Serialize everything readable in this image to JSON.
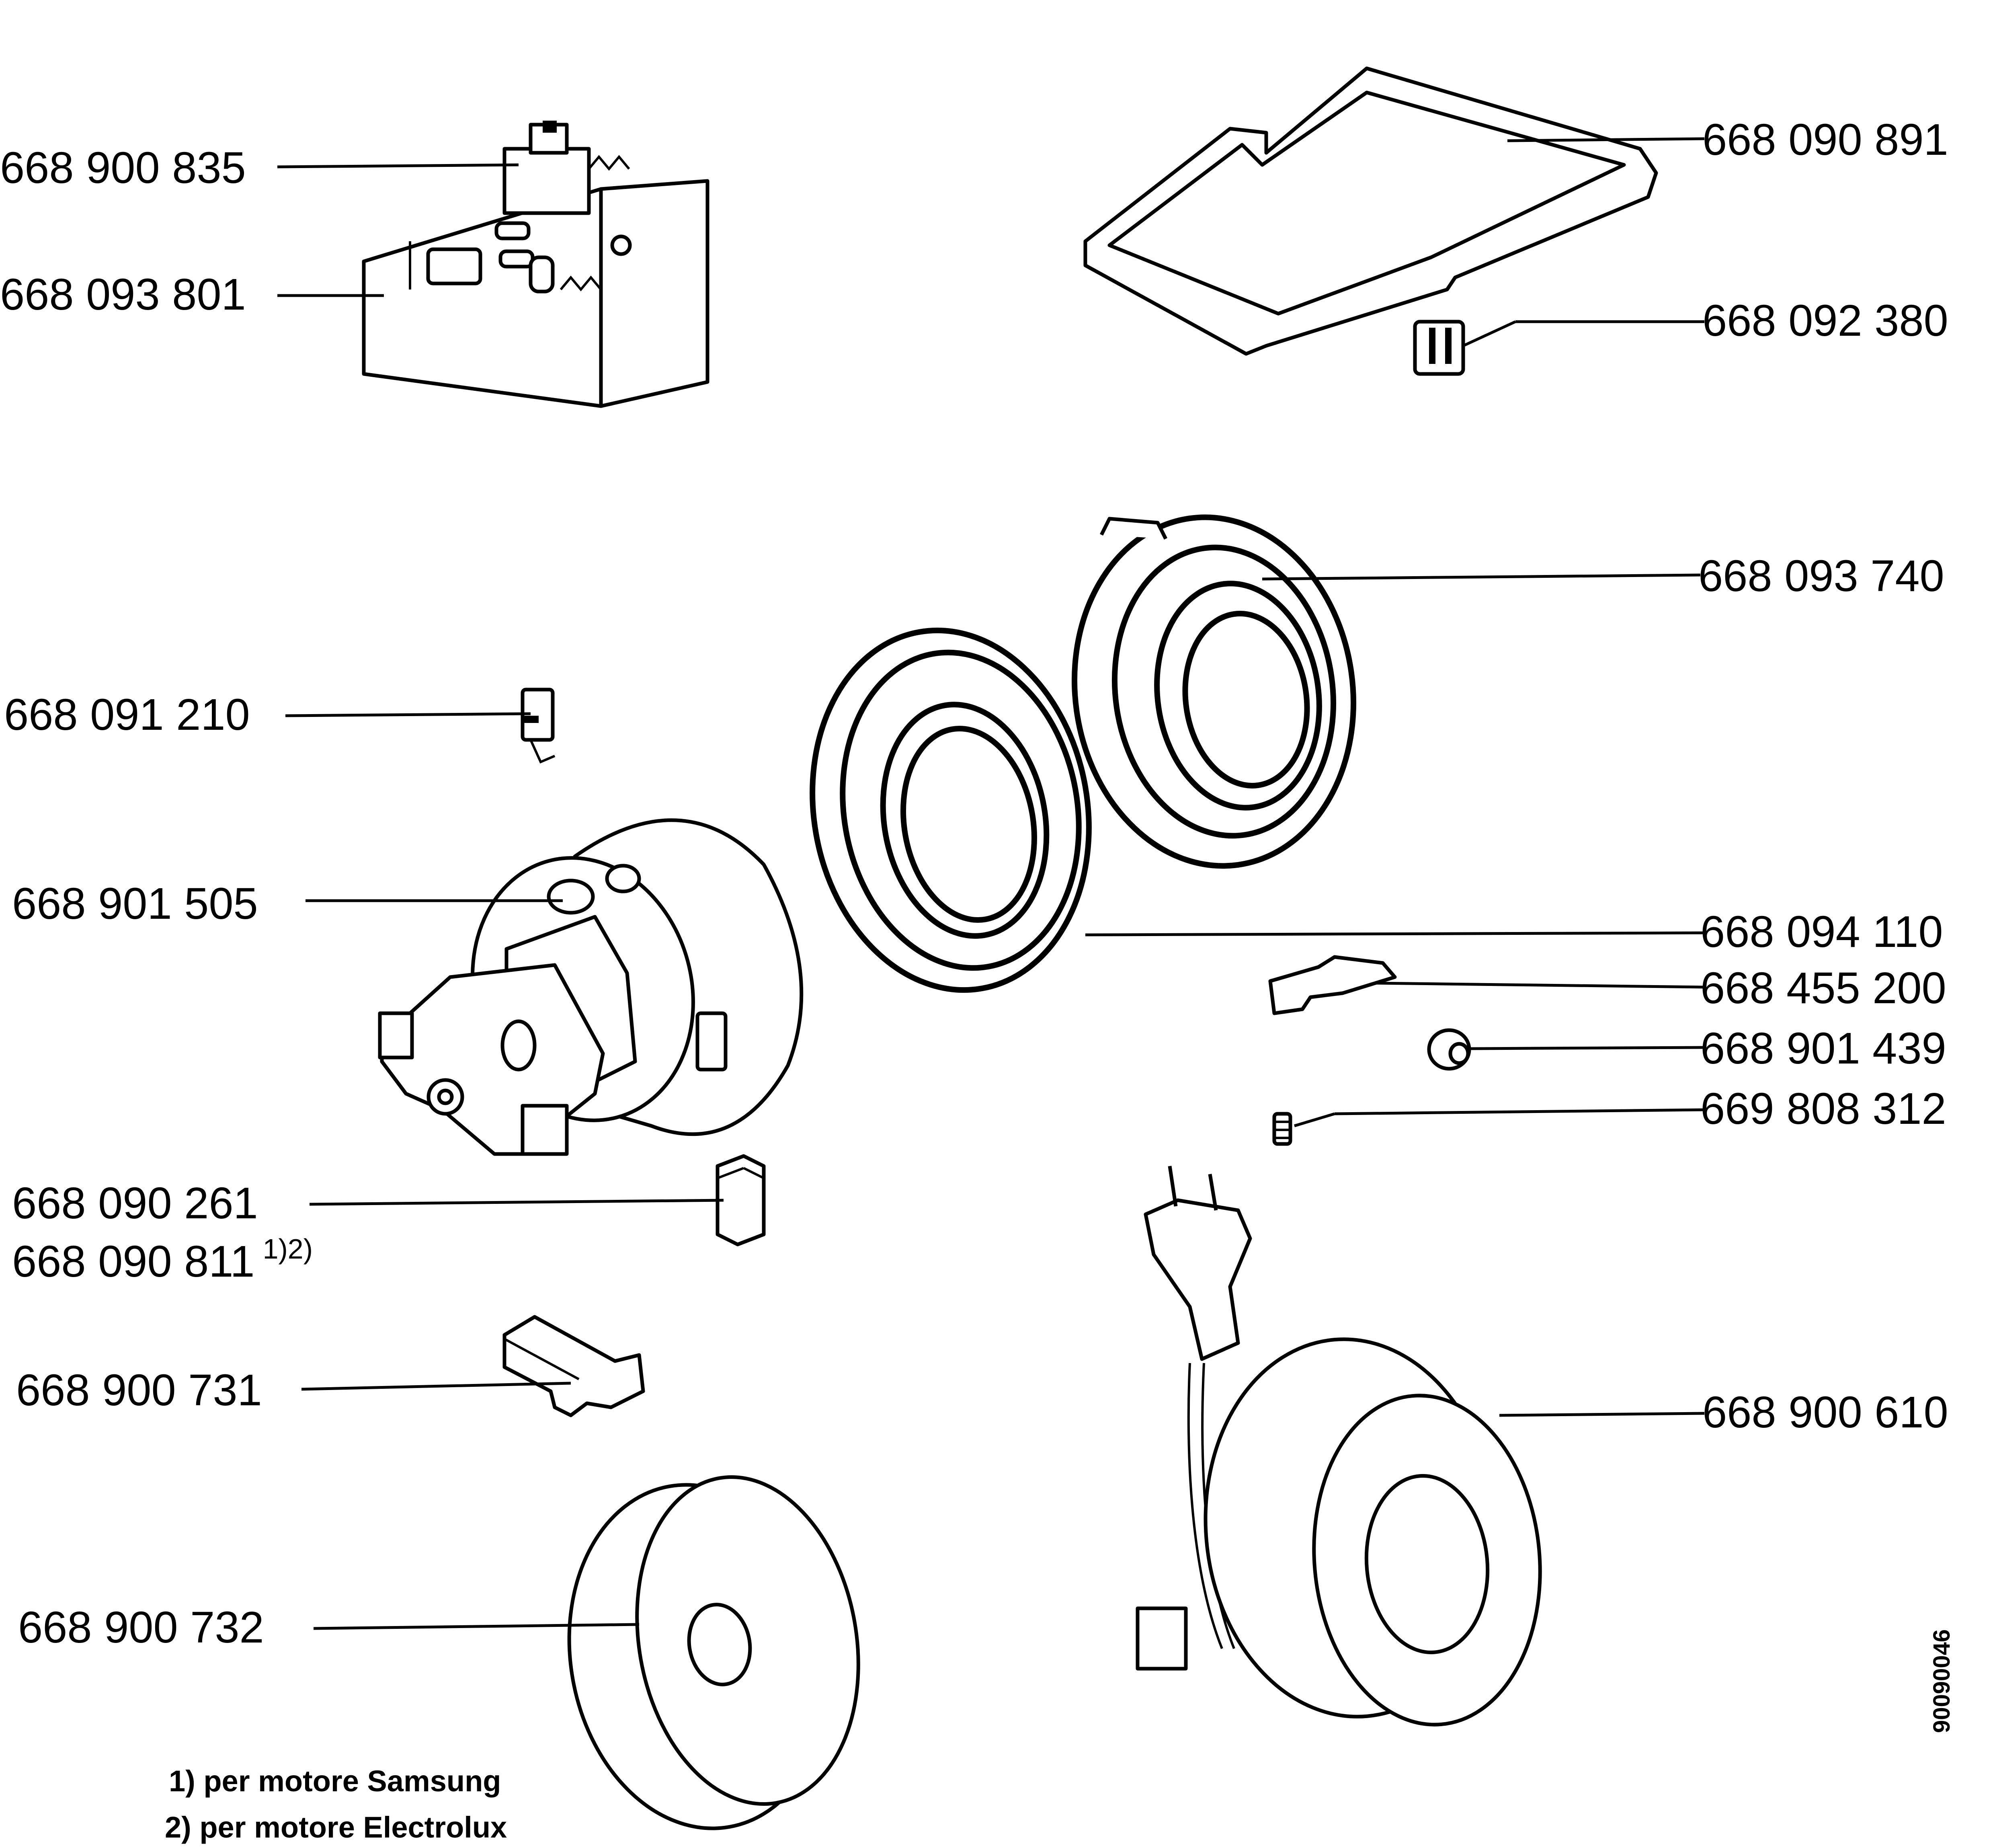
{
  "labels": [
    {
      "id": "pcb-switch",
      "text": "668 900 835"
    },
    {
      "id": "pcb-board",
      "text": "668 093 801"
    },
    {
      "id": "filter-frame",
      "text": "668 090 891"
    },
    {
      "id": "clip",
      "text": "668 092 380"
    },
    {
      "id": "motor-cover",
      "text": "668 093 740"
    },
    {
      "id": "small-switch",
      "text": "668 091 210"
    },
    {
      "id": "motor",
      "text": "668 901 505"
    },
    {
      "id": "gasket-ring",
      "text": "668 094 110"
    },
    {
      "id": "lever",
      "text": "668 455 200"
    },
    {
      "id": "knob",
      "text": "668 901 439"
    },
    {
      "id": "screw",
      "text": "669 808 312"
    },
    {
      "id": "carbon-brush-a",
      "text": "668 090 261"
    },
    {
      "id": "carbon-brush-b",
      "text": "668 090 811",
      "superscript": "1)2)"
    },
    {
      "id": "brush-holder",
      "text": "668 900 731"
    },
    {
      "id": "cable-reel",
      "text": "668 900 610"
    },
    {
      "id": "filter-disc",
      "text": "668 900 732"
    }
  ],
  "footnotes": [
    "1) per motore Samsung",
    "2) per motore Electrolux"
  ],
  "document_number": "90090046"
}
